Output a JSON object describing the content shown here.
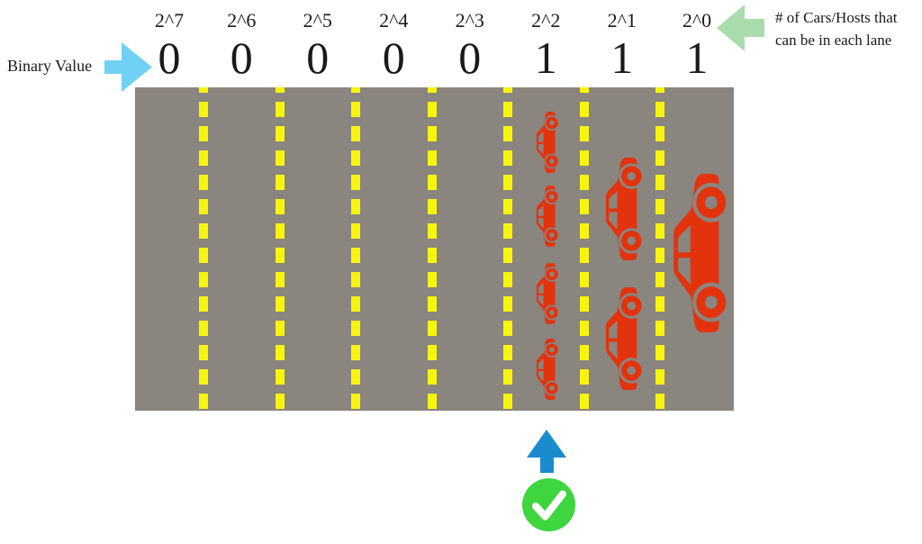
{
  "title": "Binary value / cars-per-lane subnetting diagram",
  "binary_value_label": "Binary Value",
  "annotation": {
    "line1": "# of Cars/Hosts that",
    "line2": "can be in each lane"
  },
  "lanes": [
    {
      "exponent": "2^7",
      "bit": "0",
      "cars": 0
    },
    {
      "exponent": "2^6",
      "bit": "0",
      "cars": 0
    },
    {
      "exponent": "2^5",
      "bit": "0",
      "cars": 0
    },
    {
      "exponent": "2^4",
      "bit": "0",
      "cars": 0
    },
    {
      "exponent": "2^3",
      "bit": "0",
      "cars": 0
    },
    {
      "exponent": "2^2",
      "bit": "1",
      "cars": 4
    },
    {
      "exponent": "2^1",
      "bit": "1",
      "cars": 2
    },
    {
      "exponent": "2^0",
      "bit": "1",
      "cars": 1
    }
  ],
  "selected_lane": "2^2",
  "icons": {
    "binary_value_arrow": "right-arrow",
    "annotation_arrow": "left-arrow",
    "selected_lane_arrow": "up-arrow",
    "selected_lane_status": "green-checkmark"
  },
  "colors": {
    "road": "#8a857e",
    "lane_line": "#f7f40e",
    "car_red": "#e2330d",
    "arrow_light_blue": "#70d1f4",
    "arrow_pale_green": "#a9dcad",
    "arrow_blue": "#1a8ccd",
    "check_green": "#3fd53f",
    "text": "#1a1a1a"
  }
}
